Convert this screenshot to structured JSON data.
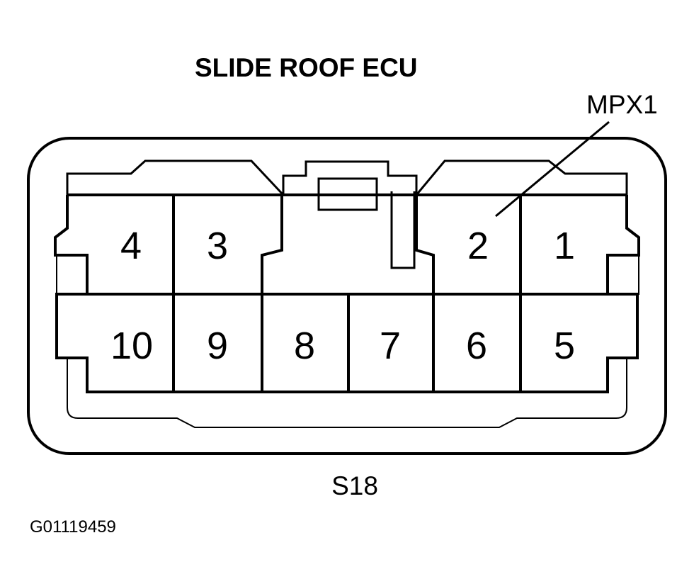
{
  "title": "SLIDE ROOF ECU",
  "callout_label": "MPX1",
  "connector_label": "S18",
  "figure_code": "G01119459",
  "pins": {
    "top_row": [
      "4",
      "3",
      "2",
      "1"
    ],
    "bottom_row": [
      "10",
      "9",
      "8",
      "7",
      "6",
      "5"
    ]
  }
}
